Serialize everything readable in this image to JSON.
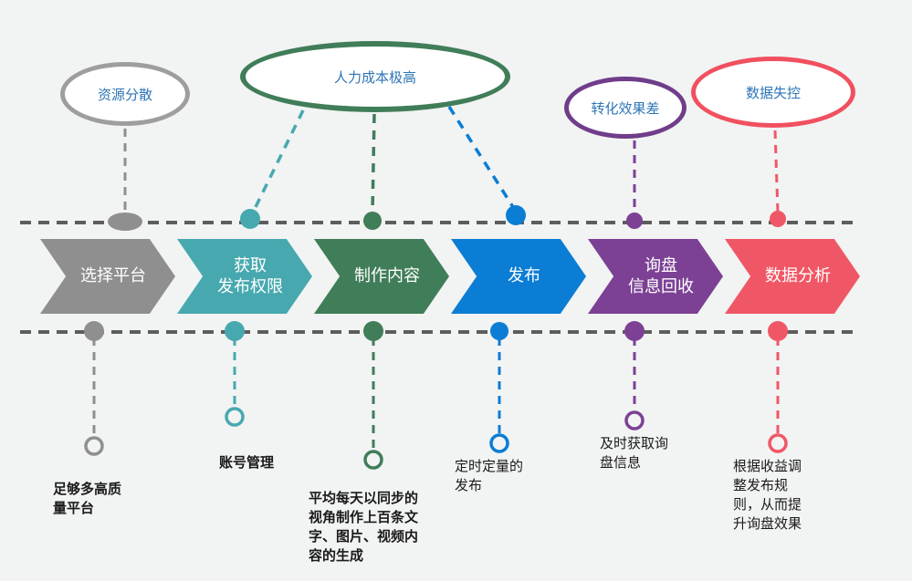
{
  "colors": {
    "bg": "#f2f3f3",
    "line": "#5d5d5d",
    "textblue": "#2e75b6",
    "note": "#1a1a1a",
    "gray": "#8f8f8f",
    "grayborder": "#9e9e9e",
    "teal": "#47a9af",
    "green": "#407d59",
    "blue": "#0b7dd4",
    "purple": "#7c4195",
    "purpleborder": "#6f3d8a",
    "red": "#f05766",
    "redborder": "#f1505f",
    "white": "#ffffff"
  },
  "callouts": [
    {
      "label": "资源分散",
      "color": "gray"
    },
    {
      "label": "人力成本极高",
      "color": "green"
    },
    {
      "label": "转化效果差",
      "color": "purple"
    },
    {
      "label": "数据失控",
      "color": "red"
    }
  ],
  "stages": [
    {
      "label": "选择平台",
      "color": "gray",
      "note": "足够多高质\n量平台"
    },
    {
      "label": "获取\n发布权限",
      "color": "teal",
      "note": "账号管理"
    },
    {
      "label": "制作内容",
      "color": "green",
      "note": "平均每天以同步的\n视角制作上百条文\n字、图片、视频内\n容的生成"
    },
    {
      "label": "发布",
      "color": "blue",
      "note": "定时定量的\n发布"
    },
    {
      "label": "询盘\n信息回收",
      "color": "purple",
      "note": "及时获取询\n盘信息"
    },
    {
      "label": "数据分析",
      "color": "red",
      "note": "根据收益调\n整发布规\n则，从而提\n升询盘效果"
    }
  ]
}
